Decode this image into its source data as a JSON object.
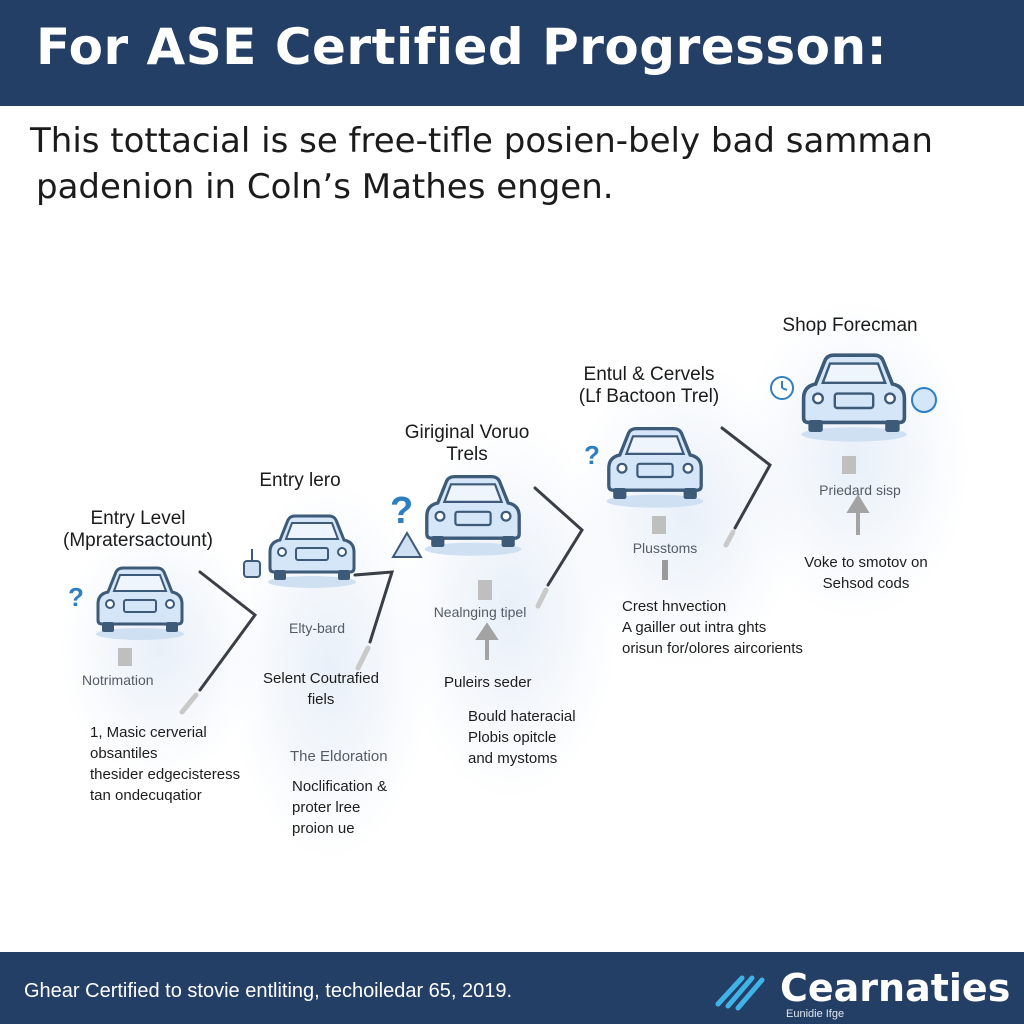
{
  "header": {
    "title": "For ASE Certified Progresson:"
  },
  "intro": {
    "line1": "This tottacial is se free-tifle posien-bely bad samman",
    "line2": "padenion in Coln’s Mathes engen."
  },
  "stages": [
    {
      "title_line1": "Entry Level",
      "title_line2": "(Mpratersactount)",
      "label": "Notrimation",
      "desc": [
        "1, Masic cerverial",
        "obsantiles",
        "thesider edgecisteress",
        "tan ondecuqatior"
      ]
    },
    {
      "title_line1": "Entry lero",
      "label": "Elty-bard",
      "sub_title_line1": "Selent Coutrafied",
      "sub_title_line2": "fiels",
      "label2": "The Eldoration",
      "desc": [
        "Noclification &",
        "proter lree",
        "proion ue"
      ]
    },
    {
      "title_line1": "Giriginal Voruo",
      "title_line2": "Trels",
      "label": "Nealnging tipel",
      "sub_title": "Puleirs seder",
      "desc": [
        "Bould hateracial",
        "Plobis opitcle",
        "and mystoms"
      ]
    },
    {
      "title_line1": "Entul & Cervels",
      "title_line2": "(Lf Bactoon Trel)",
      "label": "Plusstoms",
      "desc": [
        "Crest hnvection",
        "A gailler out intra ghts",
        "orisun for/olores aircorients"
      ]
    },
    {
      "title_line1": "Shop Forecman",
      "label": "Priedard sisp",
      "desc": [
        "Voke to smotov on",
        "Sehsod cods"
      ]
    }
  ],
  "footer": {
    "text": "Ghear Certified to stovie entliting, techoiledar 65, 2019.",
    "brand": "Cearnaties",
    "brand_sub": "Eunidie Ifge"
  },
  "colors": {
    "header_bg": "#243f66",
    "car_fill": "#d4e6f7",
    "car_stroke": "#3d5a78",
    "accent": "#2d7fc1"
  }
}
